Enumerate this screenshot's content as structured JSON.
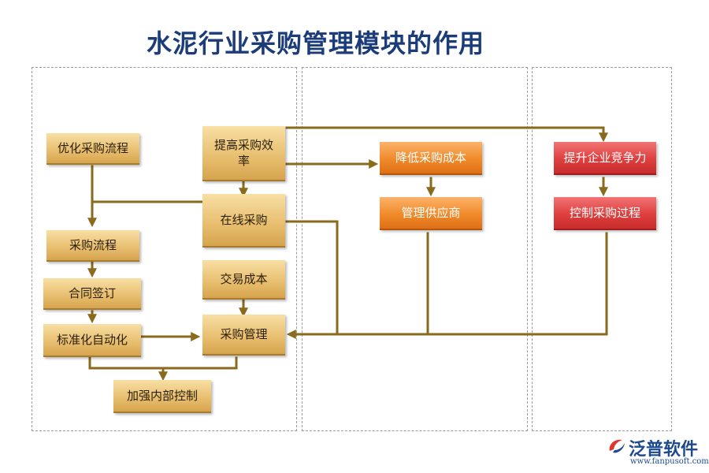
{
  "title": "水泥行业采购管理模块的作用",
  "nodes": {
    "optimize_flow": "优化采购流程",
    "raise_efficiency": "提高采购效\n率",
    "purchase_flow": "采购流程",
    "online_purchase": "在线采购",
    "contract_sign": "合同签订",
    "transaction_cost": "交易成本",
    "standard_auto": "标准化自动化",
    "purchase_mgmt": "采购管理",
    "internal_control": "加强内部控制",
    "reduce_cost": "降低采购成本",
    "supplier_mgmt": "管理供应商",
    "competitiveness": "提升企业竞争力",
    "control_process": "控制采购过程"
  },
  "colors": {
    "title": "#1b3c78",
    "connector": "#8a6a1c",
    "tan_box": "#e7bd6d",
    "orange_box": "#f08a2a",
    "red_box": "#de3f3f"
  },
  "logo": {
    "name": "泛普软件",
    "url": "www.fanpusoft.com"
  }
}
